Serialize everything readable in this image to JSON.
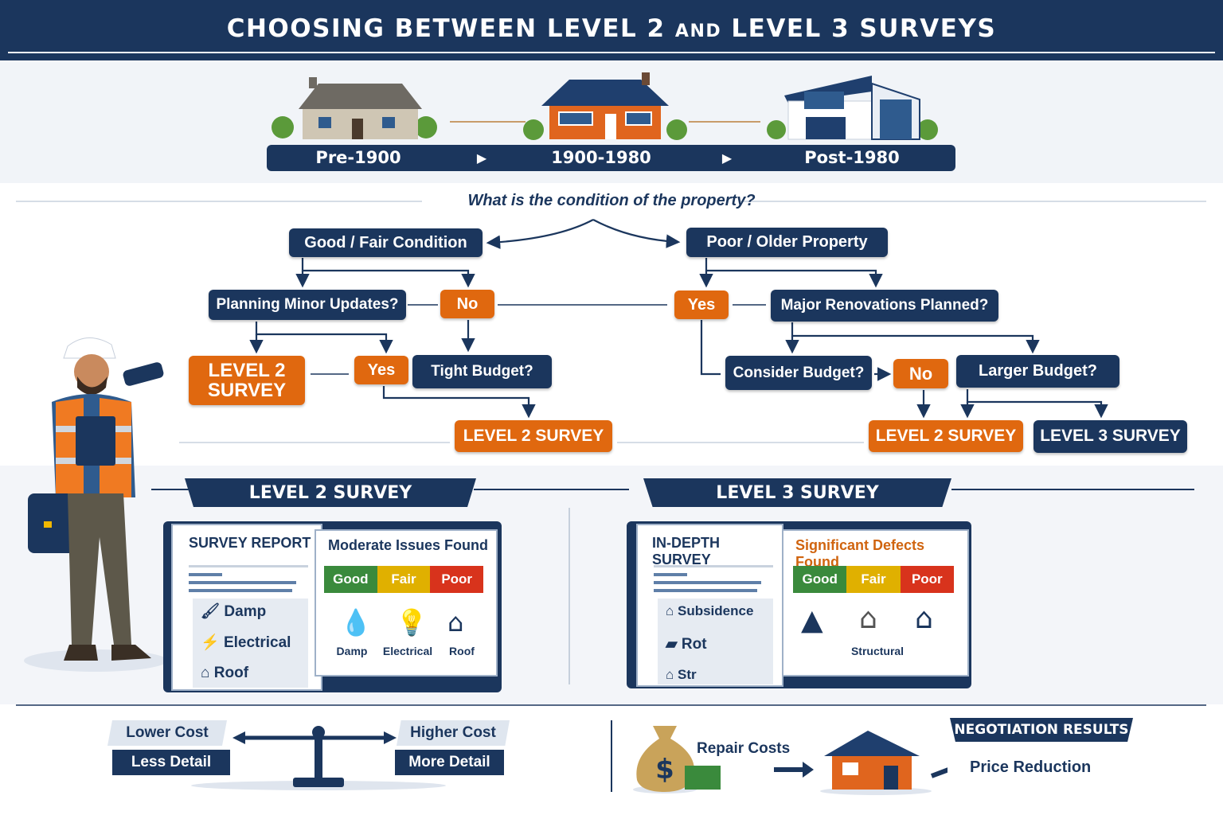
{
  "header": {
    "title_part1": "CHOOSING BETWEEN LEVEL 2",
    "title_and": "AND",
    "title_part2": "LEVEL 3 SURVEYS"
  },
  "timeline": {
    "eras": [
      "Pre-1900",
      "1900-1980",
      "Post-1980"
    ],
    "arrow": "▶"
  },
  "flow": {
    "question": "What is the condition of the property?",
    "good_fair": "Good / Fair Condition",
    "poor_older": "Poor / Older Property",
    "minor_updates": "Planning Minor Updates?",
    "no_1": "No",
    "yes_1": "Yes",
    "major_renovations": "Major Renovations Planned?",
    "level2_big_line1": "LEVEL 2",
    "level2_big_line2": "SURVEY",
    "yes_2": "Yes",
    "tight_budget": "Tight Budget?",
    "level2_a": "LEVEL 2 SURVEY",
    "consider_budget": "Consider Budget?",
    "no_2": "No",
    "larger_budget": "Larger Budget?",
    "level2_b": "LEVEL 2 SURVEY",
    "level3": "LEVEL 3 SURVEY"
  },
  "level2": {
    "banner": "LEVEL 2 SURVEY",
    "report_title": "SURVEY REPORT",
    "report_items": [
      "Damp",
      "Electrical",
      "Roof"
    ],
    "findings_title": "Moderate Issues Found",
    "ratings": [
      "Good",
      "Fair",
      "Poor"
    ],
    "icons": [
      "Damp",
      "Electrical",
      "Roof"
    ]
  },
  "level3": {
    "banner": "LEVEL 3 SURVEY",
    "report_title": "IN-DEPTH SURVEY",
    "report_items": [
      "Subsidence",
      "Rot",
      "Str"
    ],
    "findings_title": "Significant Defects Found",
    "ratings": [
      "Good",
      "Fair",
      "Poor"
    ],
    "icons": [
      "Structural"
    ]
  },
  "comparison": {
    "lower_cost": "Lower Cost",
    "less_detail": "Less Detail",
    "higher_cost": "Higher Cost",
    "more_detail": "More Detail"
  },
  "negotiation": {
    "repair_costs": "Repair Costs",
    "banner": "NEGOTIATION RESULTS",
    "price_reduction": "Price Reduction",
    "money_symbol": "$"
  },
  "colors": {
    "navy": "#1b365d",
    "orange": "#e0680f",
    "good": "#3a8a3c",
    "fair": "#e0b000",
    "poor": "#d8331c"
  }
}
